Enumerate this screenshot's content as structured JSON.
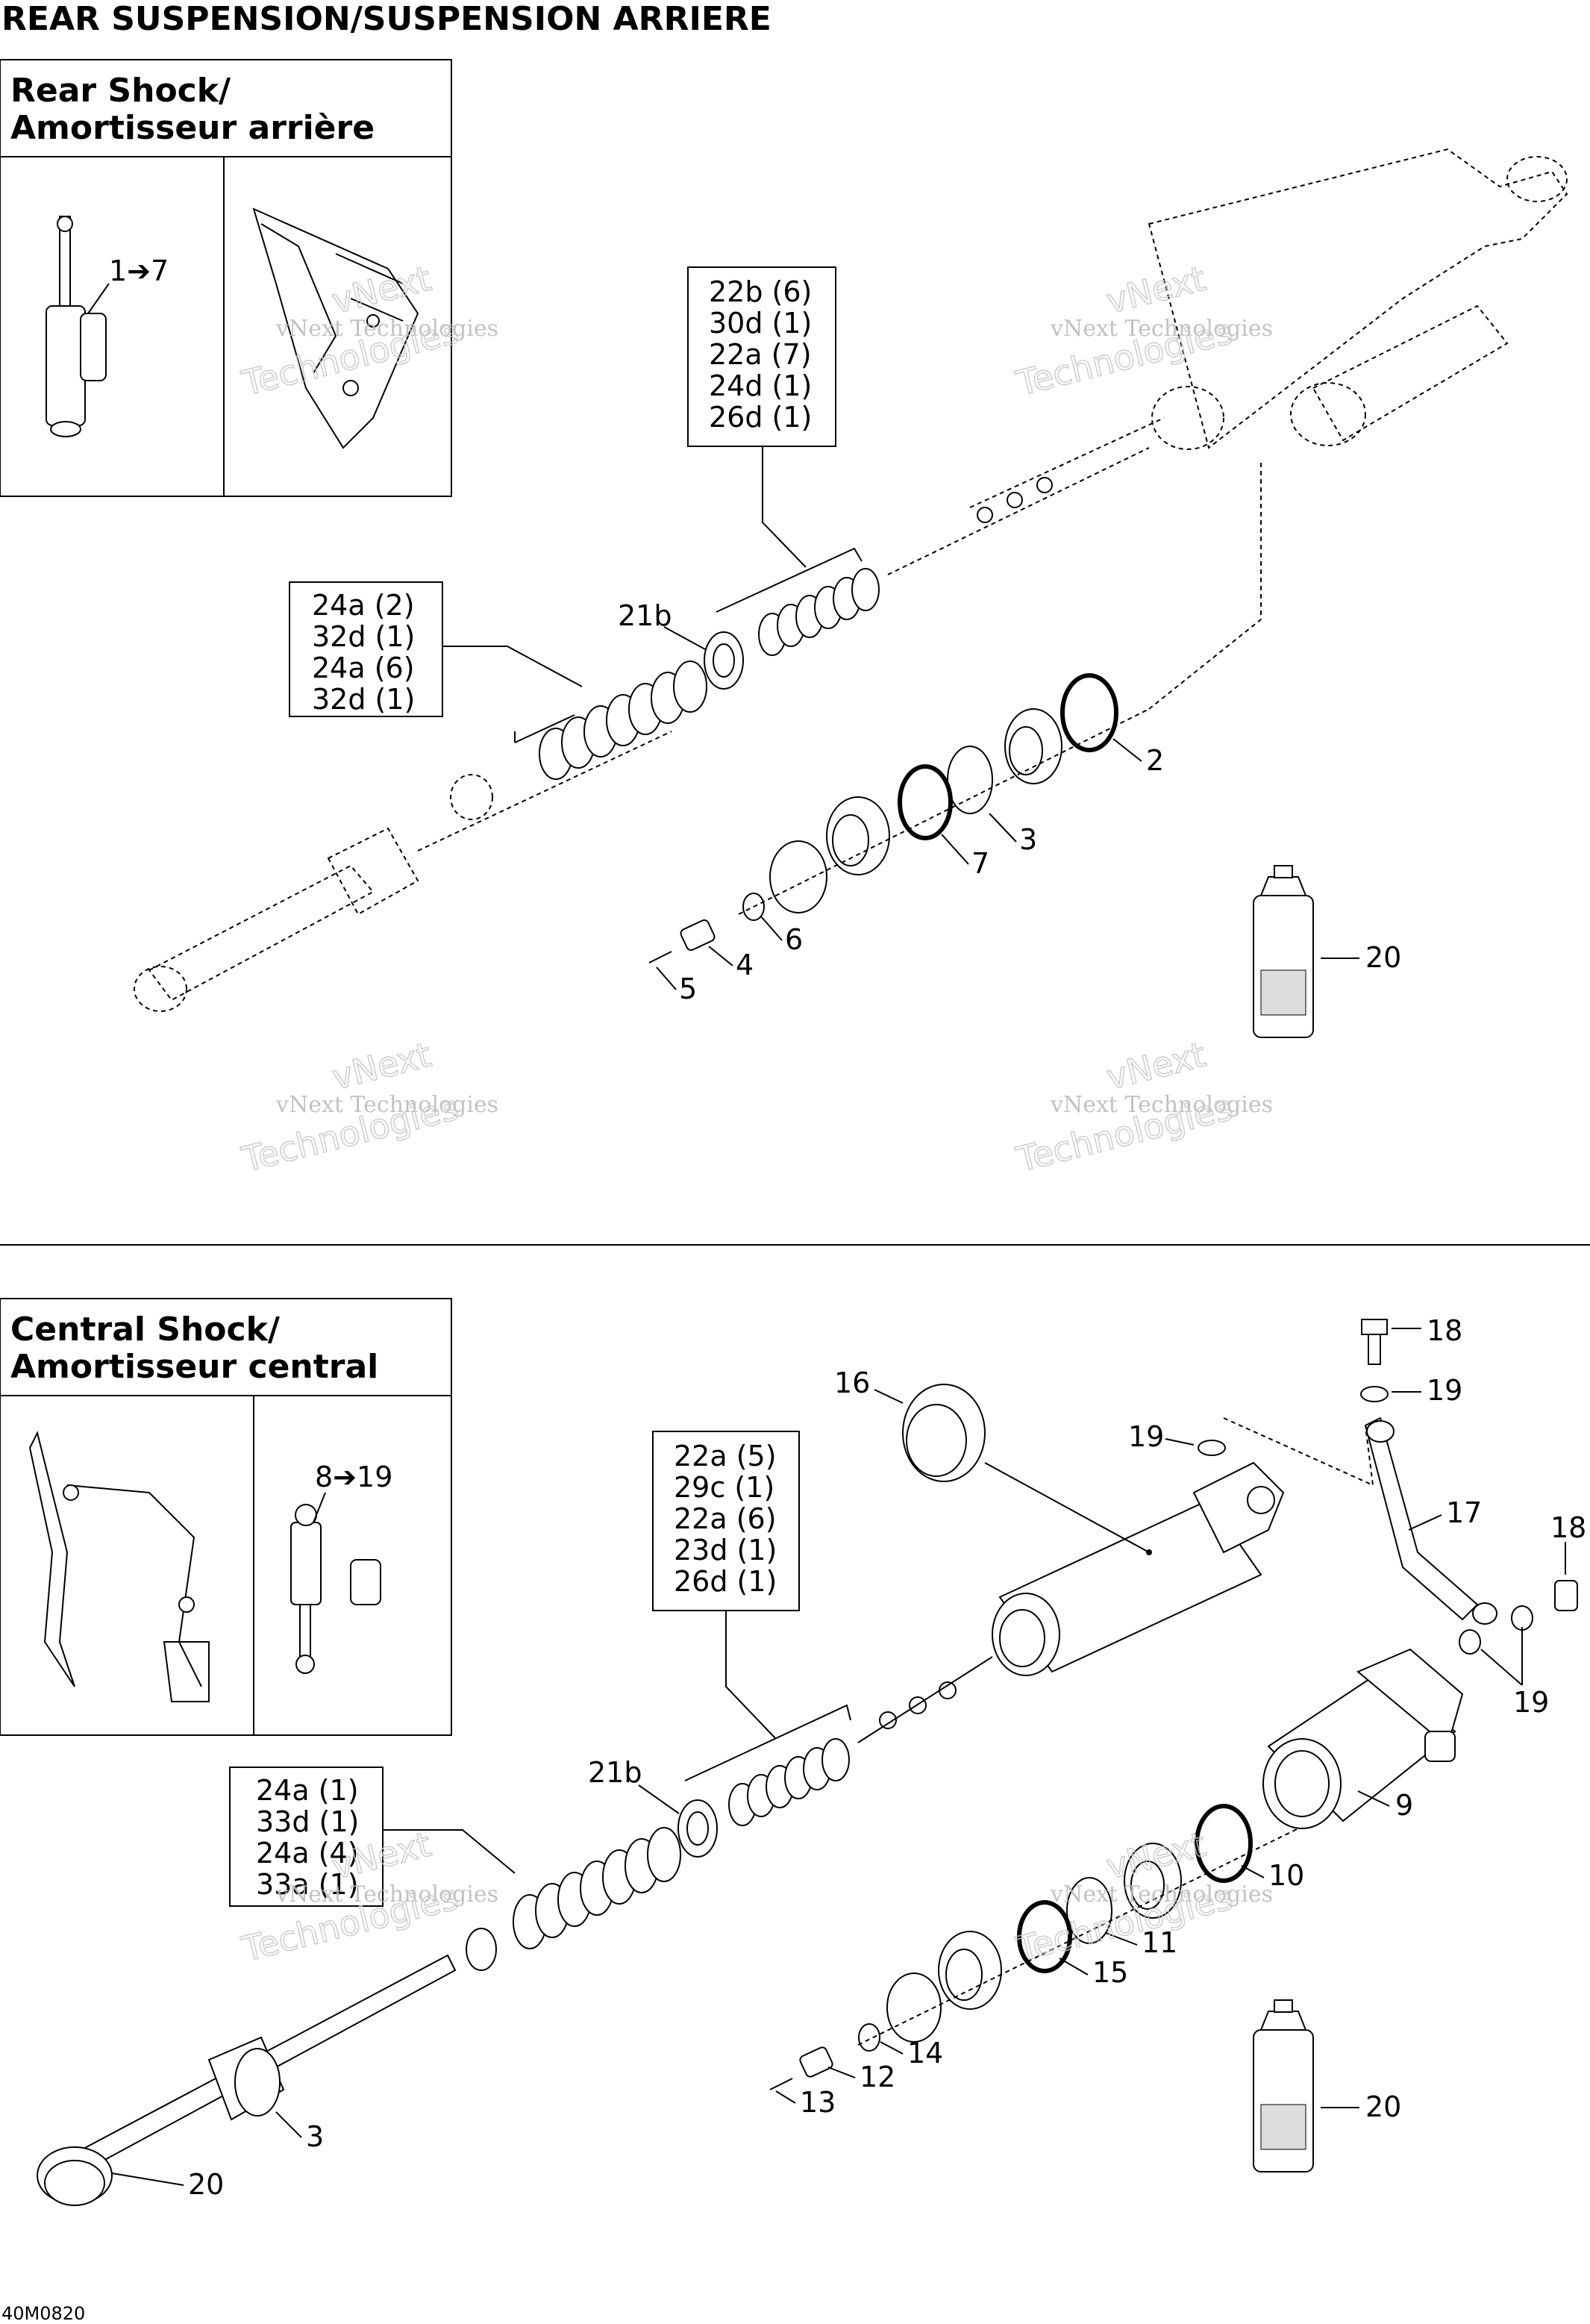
{
  "page_title": "REAR SUSPENSION/SUSPENSION ARRIERE",
  "footer_code": "40M0820",
  "watermark": {
    "line1": "vNext Technologies",
    "line2": "vNext",
    "line3": "Technologies"
  },
  "rear_section": {
    "header_line1": "Rear Shock/",
    "header_line2": "Amortisseur arrière",
    "thumb_range": "1➔7",
    "callout_box_top": [
      "22b (6)",
      "30d (1)",
      "22a (7)",
      "24d (1)",
      "26d (1)"
    ],
    "callout_box_left": [
      "24a (2)",
      "32d (1)",
      "24a (6)",
      "32d (1)"
    ],
    "labels": {
      "l21b": "21b",
      "l2": "2",
      "l3": "3",
      "l7": "7",
      "l6": "6",
      "l4": "4",
      "l5": "5",
      "l20": "20"
    }
  },
  "central_section": {
    "header_line1": "Central Shock/",
    "header_line2": "Amortisseur central",
    "thumb_range": "8➔19",
    "callout_box_top": [
      "22a (5)",
      "29c (1)",
      "22a (6)",
      "23d (1)",
      "26d (1)"
    ],
    "callout_box_left": [
      "24a (1)",
      "33d (1)",
      "24a (4)",
      "33a (1)"
    ],
    "labels": {
      "l16": "16",
      "l18a": "18",
      "l19a": "19",
      "l19b": "19",
      "l17": "17",
      "l18b": "18",
      "l19c": "19",
      "l9": "9",
      "l21b": "21b",
      "l10": "10",
      "l11": "11",
      "l15": "15",
      "l14": "14",
      "l12": "12",
      "l13": "13",
      "l3": "3",
      "l20a": "20",
      "l20b": "20"
    }
  }
}
